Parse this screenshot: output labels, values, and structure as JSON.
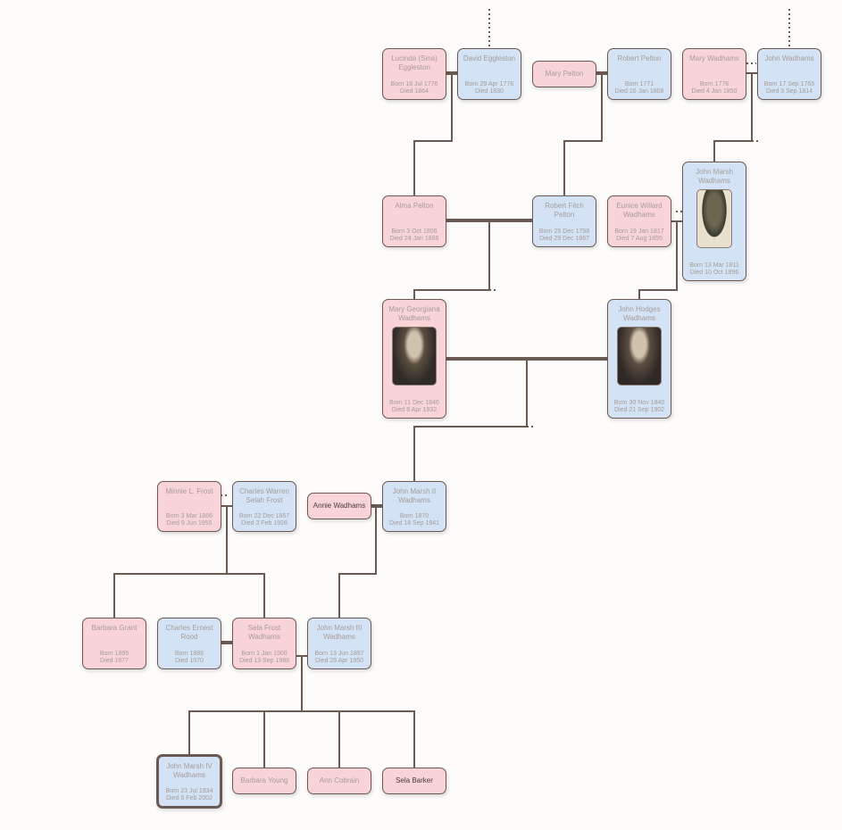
{
  "people": {
    "lucinda": {
      "name": "Lucinda (Sina) Eggleston",
      "born": "Born 18 Jul 1776",
      "died": "Died 1864"
    },
    "david": {
      "name": "David Eggleston",
      "born": "Born 29 Apr 1776",
      "died": "Died 1830"
    },
    "marypelton": {
      "name": "Mary Pelton"
    },
    "robertpelton": {
      "name": "Robert Pelton",
      "born": "Born 1771",
      "died": "Died 16 Jan 1808"
    },
    "marywadhams": {
      "name": "Mary Wadhams",
      "born": "Born 1776",
      "died": "Died 4 Jan 1850"
    },
    "johnwadhams": {
      "name": "John Wadhams",
      "born": "Born 17 Sep 1765",
      "died": "Died 3 Sep 1814"
    },
    "alma": {
      "name": "Alma Pelton",
      "born": "Born 3 Oct 1806",
      "died": "Died 24 Jan 1888"
    },
    "robertfitch": {
      "name": "Robert Fitch Pelton",
      "born": "Born 25 Dec 1798",
      "died": "Died 29 Dec 1867"
    },
    "eunice": {
      "name": "Eunice Willard Wadhams",
      "born": "Born 19 Jan 1817",
      "died": "Died 7 Aug 1855"
    },
    "johnmarsh": {
      "name": "John Marsh Wadhams",
      "born": "Born 13 Mar 1811",
      "died": "Died 10 Oct 1896"
    },
    "marygeorgiana": {
      "name": "Mary Georgiana Wadhams",
      "born": "Born 11 Dec 1846",
      "died": "Died 8 Apr 1932"
    },
    "johnhodges": {
      "name": "John Hodges Wadhams",
      "born": "Born 30 Nov 1840",
      "died": "Died 21 Sep 1902"
    },
    "minnie": {
      "name": "Minnie L. Frost",
      "born": "Born 3 Mar 1866",
      "died": "Died 9 Jun 1955"
    },
    "charleswarren": {
      "name": "Charles Warren Selah Frost",
      "born": "Born 22 Dec 1857",
      "died": "Died 3 Feb 1928"
    },
    "annie": {
      "name": "Annie Wadhams"
    },
    "johnii": {
      "name": "John Marsh II Wadhams",
      "born": "Born 1870",
      "died": "Died 18 Sep 1941"
    },
    "barbaragrant": {
      "name": "Barbara Grant",
      "born": "Born 1895",
      "died": "Died 1977"
    },
    "charlesernest": {
      "name": "Charles Ernest Rood",
      "born": "Born 1886",
      "died": "Died 1970"
    },
    "selafrost": {
      "name": "Sela Frost Wadhams",
      "born": "Born 1 Jan 1900",
      "died": "Died 13 Sep 1988"
    },
    "johniii": {
      "name": "John Marsh III Wadhams",
      "born": "Born 13 Jun 1897",
      "died": "Died 28 Apr 1950"
    },
    "johniv": {
      "name": "John Marsh IV Wadhams",
      "born": "Born 23 Jul 1934",
      "died": "Died 6 Feb 2002"
    },
    "barbarayoung": {
      "name": "Barbara Young"
    },
    "anncobrain": {
      "name": "Ann Cobrain"
    },
    "selabarker": {
      "name": "Sela Barker"
    }
  },
  "colors": {
    "female": "#f8d4d9",
    "male": "#d3e3f5",
    "line": "#6b5a52"
  }
}
